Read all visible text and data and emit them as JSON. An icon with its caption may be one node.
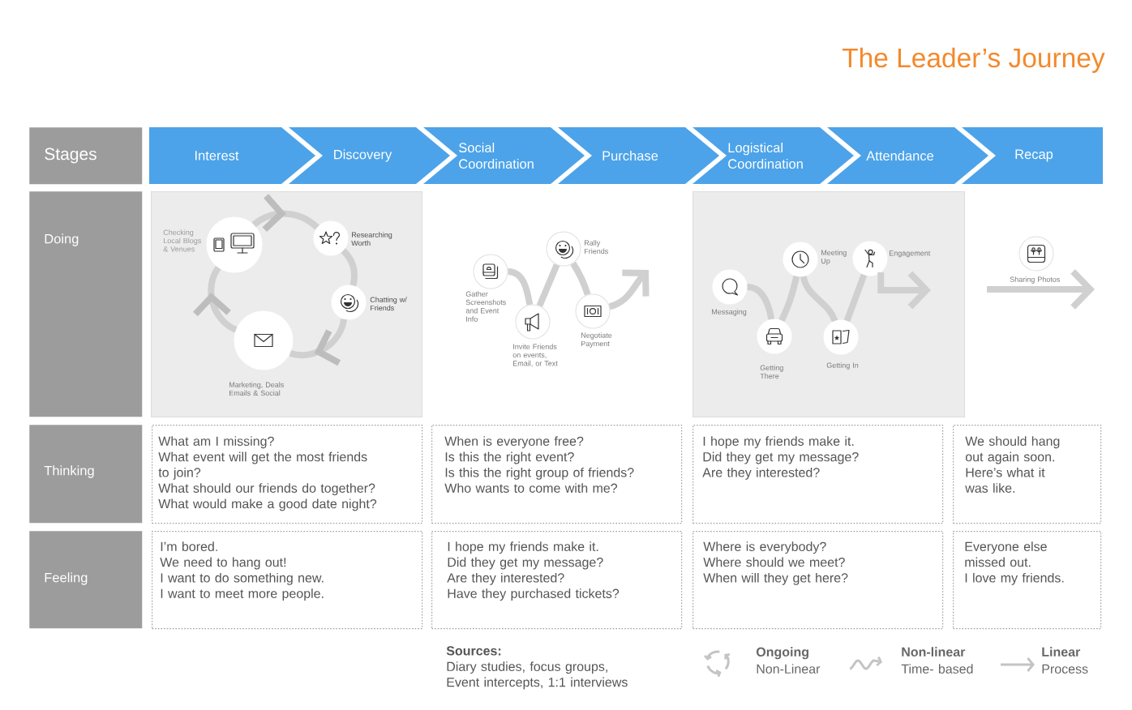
{
  "diagram": {
    "title": "The Leader’s Journey",
    "nodes": [
      {
        "text": [
          "Stages"
        ]
      },
      {
        "text": [
          "Interest"
        ]
      },
      {
        "text": [
          "Discovery"
        ]
      },
      {
        "text": [
          "Social Coordination"
        ]
      },
      {
        "text": [
          "Purchase"
        ]
      },
      {
        "text": [
          "Logistical Coordination"
        ]
      },
      {
        "text": [
          "Attendance"
        ]
      },
      {
        "text": [
          "Recap"
        ]
      },
      {
        "text": [
          "Doing"
        ]
      },
      {
        "text": [],
        "shape": "box"
      },
      {
        "text": [],
        "shape": "circle",
        "in": 9,
        "beside": [
          "Checking Local Blogs & Venues"
        ]
      },
      {
        "text": [],
        "shape": "circle",
        "in": 9,
        "beside": [
          "Researching Worth"
        ]
      },
      {
        "text": [],
        "shape": "circle",
        "in": 9,
        "beside": [
          "Chatting w/ Friends"
        ]
      },
      {
        "text": [],
        "shape": "circle",
        "in": 9,
        "beside": [
          "Marketing, Deals Emails & Social"
        ]
      },
      {
        "text": [],
        "shape": "circle",
        "beside": [
          "Gather Screenshots and Event Info"
        ]
      },
      {
        "text": [],
        "shape": "circle",
        "beside": [
          "Invite Friends on events, Email, or Text"
        ]
      },
      {
        "text": [],
        "shape": "circle",
        "beside": [
          "Rally Friends"
        ]
      },
      {
        "text": [],
        "shape": "circle",
        "beside": [
          "Negotiate Payment"
        ]
      },
      {
        "text": [],
        "shape": "box"
      },
      {
        "text": [],
        "shape": "circle",
        "in": 18,
        "beside": [
          "Messaging"
        ]
      },
      {
        "text": [],
        "shape": "circle",
        "in": 18,
        "beside": [
          "Getting There"
        ]
      },
      {
        "text": [],
        "shape": "circle",
        "in": 18,
        "beside": [
          "Meeting Up"
        ]
      },
      {
        "text": [],
        "shape": "circle",
        "in": 18,
        "beside": [
          "Getting In"
        ]
      },
      {
        "text": [],
        "shape": "circle",
        "in": 18,
        "beside": [
          "Engagement"
        ]
      },
      {
        "text": [],
        "shape": "circle",
        "beside": [
          "Sharing Photos"
        ]
      },
      {
        "text": [
          "Thinking"
        ]
      },
      {
        "text": [
          "What am I missing?",
          "What event will get the most friends to join?",
          "What should our friends do together?",
          "What would make a good date night?"
        ]
      },
      {
        "text": [
          "When is everyone free?",
          "Is this the right event?",
          "Is this the right group of friends?",
          "Who wants to come with me?"
        ]
      },
      {
        "text": [
          "I hope my friends make it.",
          "Did they get my message?",
          "Are they interested?"
        ]
      },
      {
        "text": [
          "We should hang out again soon.",
          "Here’s what it was like."
        ]
      },
      {
        "text": [
          "Feeling"
        ]
      },
      {
        "text": [
          "I’m bored.",
          "We need to hang out!",
          "I want to do something new.",
          "I want to meet more people."
        ]
      },
      {
        "text": [
          "I hope my friends make it.",
          "Did they get my message?",
          "Are they interested?",
          "Have they purchased tickets?"
        ]
      },
      {
        "text": [
          "Where is everybody?",
          "Where should we meet?",
          "When will they get here?"
        ]
      },
      {
        "text": [
          "Everyone else missed out.",
          "I love my friends."
        ]
      }
    ],
    "edges": [
      {
        "from": 10,
        "to": 11,
        "arrow": "to"
      },
      {
        "from": 11,
        "to": 12,
        "arrow": "none"
      },
      {
        "from": 12,
        "to": 13,
        "arrow": "to"
      },
      {
        "from": 13,
        "to": 10,
        "arrow": "to"
      },
      {
        "from": 14,
        "to": 15,
        "arrow": "none"
      },
      {
        "from": 15,
        "to": 16,
        "arrow": "none"
      },
      {
        "from": 16,
        "to": 17,
        "arrow": "none"
      },
      {
        "from": 17,
        "to": null,
        "arrow": "to"
      },
      {
        "from": 19,
        "to": 20,
        "arrow": "none"
      },
      {
        "from": 20,
        "to": 21,
        "arrow": "none"
      },
      {
        "from": 21,
        "to": 22,
        "arrow": "none"
      },
      {
        "from": 22,
        "to": 23,
        "arrow": "none"
      },
      {
        "from": 23,
        "to": null,
        "arrow": "to"
      }
    ],
    "labels": [
      "Sources:",
      "Diary studies, focus groups, Event intercepts, 1:1 interviews"
    ],
    "legend": [
      {
        "text": "**Ongoing** Non-Linear"
      },
      {
        "text": "**Non-linear** Time- based"
      },
      {
        "text": "**Linear** Process"
      }
    ]
  }
}
